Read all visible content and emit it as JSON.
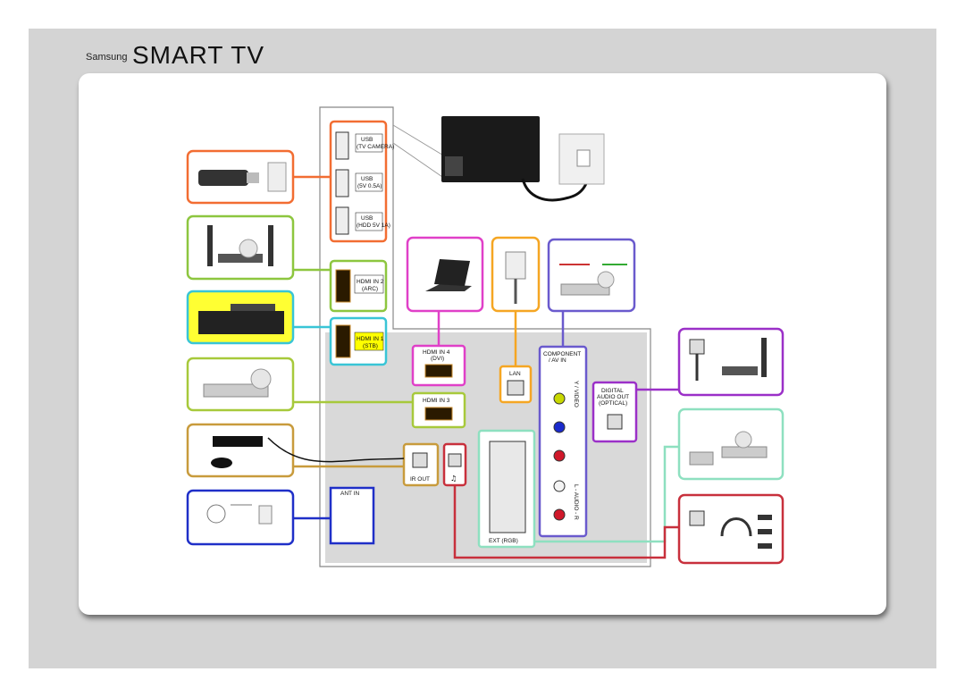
{
  "brand": {
    "maker": "Samsung",
    "product": "SMART TV"
  },
  "colors": {
    "usb": "#f26d32",
    "hdmi2": "#8dc63f",
    "hdmi1": "#39c5d6",
    "hdmi3": "#a7c93b",
    "hdmi4": "#e040c8",
    "lan": "#f5a623",
    "component": "#6a5acd",
    "optical": "#9b30c8",
    "scart": "#8ee0c0",
    "headphone": "#c8303c",
    "irout": "#c89b3c",
    "antenna": "#1f2fc8"
  },
  "ports": {
    "usb1": {
      "label": "USB",
      "sub": "(TV CAMERA)"
    },
    "usb2": {
      "label": "USB",
      "sub": "(5V 0.5A)"
    },
    "usb3": {
      "label": "USB",
      "sub": "(HDD 5V 1A)"
    },
    "hdmi2": {
      "label": "HDMI IN 2",
      "sub": "(ARC)"
    },
    "hdmi1": {
      "label": "HDMI IN 1",
      "sub": "(STB)"
    },
    "hdmi4": {
      "label": "HDMI IN 4",
      "sub": "(DVI)"
    },
    "hdmi3": {
      "label": "HDMI IN 3"
    },
    "lan": {
      "label": "LAN"
    },
    "component": {
      "label": "COMPONENT",
      "sub": "/ AV IN",
      "video": "Y / VIDEO",
      "audio": "L - AUDIO - R"
    },
    "optical": {
      "label": "DIGITAL",
      "sub": "AUDIO OUT",
      "sub2": "(OPTICAL)"
    },
    "irout": {
      "label": "IR OUT"
    },
    "ant": {
      "label": "ANT IN"
    },
    "ext": {
      "label": "EXT (RGB)"
    }
  }
}
